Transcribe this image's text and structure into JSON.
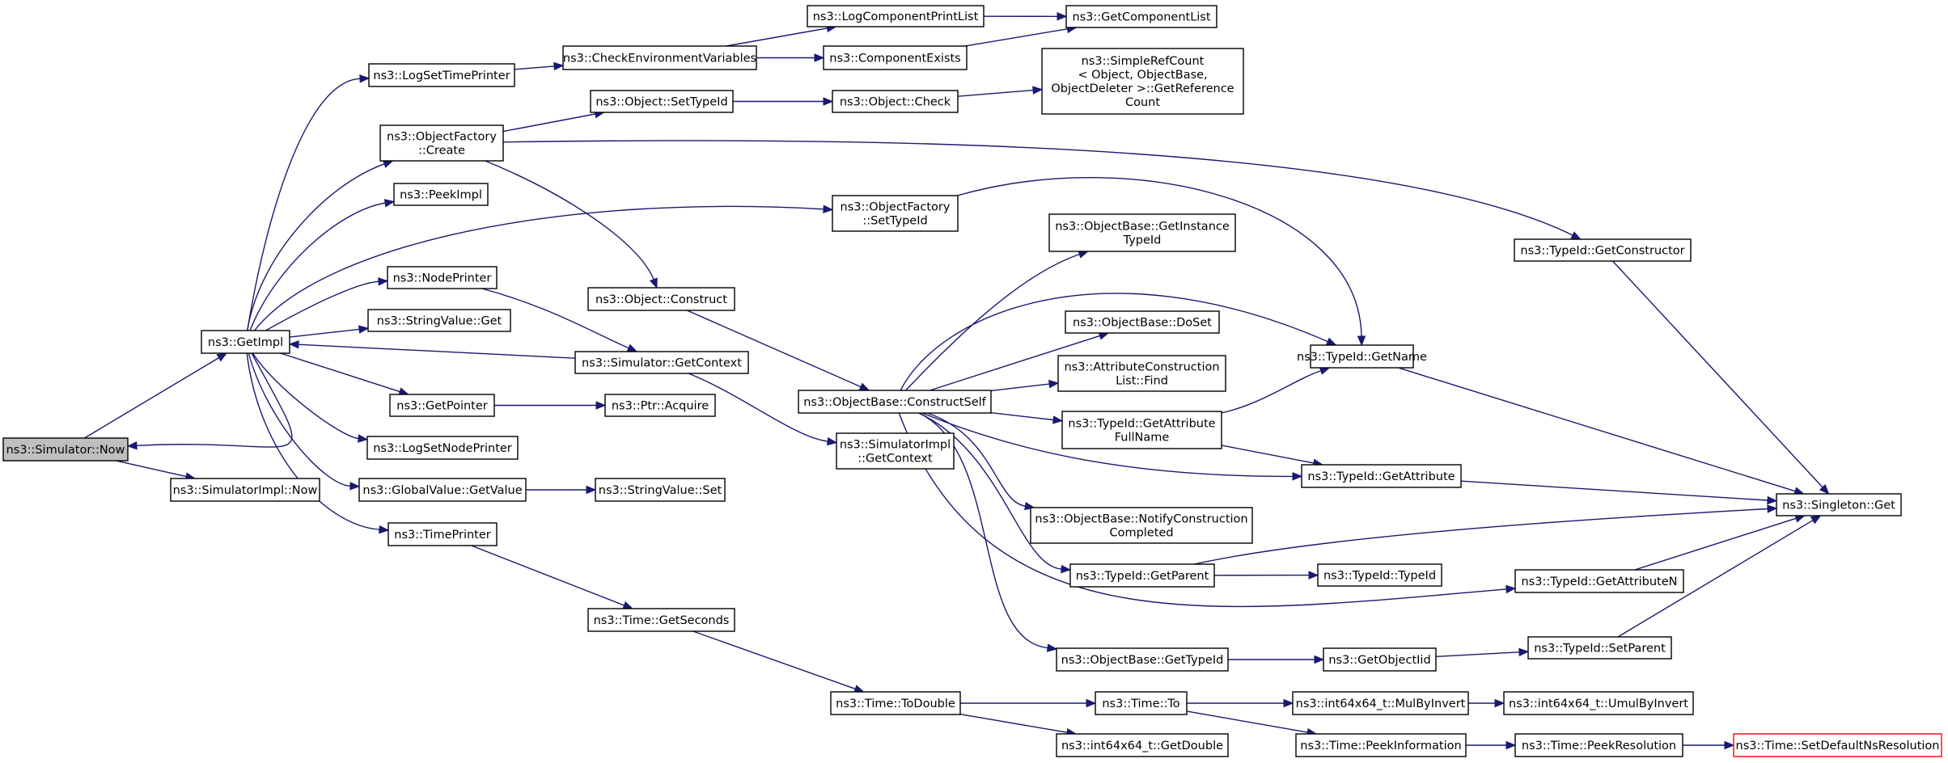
{
  "diagram": {
    "colors": {
      "edge": "#191970",
      "root_fill": "#bfbfbf",
      "truncated_border": "#ff0000"
    },
    "nodes": [
      {
        "id": "now",
        "lines": [
          "ns3::Simulator::Now"
        ],
        "style": "root"
      },
      {
        "id": "simimplnow",
        "lines": [
          "ns3::SimulatorImpl::Now"
        ]
      },
      {
        "id": "getimpl",
        "lines": [
          "ns3::GetImpl"
        ]
      },
      {
        "id": "logsettimeprinter",
        "lines": [
          "ns3::LogSetTimePrinter"
        ]
      },
      {
        "id": "objfactcreate",
        "lines": [
          "ns3::ObjectFactory",
          "::Create"
        ]
      },
      {
        "id": "peekimpl",
        "lines": [
          "ns3::PeekImpl"
        ]
      },
      {
        "id": "nodeprinter",
        "lines": [
          "ns3::NodePrinter"
        ]
      },
      {
        "id": "stringvalueget",
        "lines": [
          "ns3::StringValue::Get"
        ]
      },
      {
        "id": "getpointer",
        "lines": [
          "ns3::GetPointer"
        ]
      },
      {
        "id": "logsetnodeprinter",
        "lines": [
          "ns3::LogSetNodePrinter"
        ]
      },
      {
        "id": "globalvaluegetvalue",
        "lines": [
          "ns3::GlobalValue::GetValue"
        ]
      },
      {
        "id": "timeprinter",
        "lines": [
          "ns3::TimePrinter"
        ]
      },
      {
        "id": "checkenv",
        "lines": [
          "ns3::CheckEnvironmentVariables"
        ]
      },
      {
        "id": "objsettypeid",
        "lines": [
          "ns3::Object::SetTypeId"
        ]
      },
      {
        "id": "objconstruct",
        "lines": [
          "ns3::Object::Construct"
        ]
      },
      {
        "id": "simgetcontext",
        "lines": [
          "ns3::Simulator::GetContext"
        ]
      },
      {
        "id": "ptracquire",
        "lines": [
          "ns3::Ptr::Acquire"
        ]
      },
      {
        "id": "stringvalueset",
        "lines": [
          "ns3::StringValue::Set"
        ]
      },
      {
        "id": "timegetseconds",
        "lines": [
          "ns3::Time::GetSeconds"
        ]
      },
      {
        "id": "logcompprintlist",
        "lines": [
          "ns3::LogComponentPrintList"
        ]
      },
      {
        "id": "compexists",
        "lines": [
          "ns3::ComponentExists"
        ]
      },
      {
        "id": "objcheck",
        "lines": [
          "ns3::Object::Check"
        ]
      },
      {
        "id": "objfactsettypeid",
        "lines": [
          "ns3::ObjectFactory",
          "::SetTypeId"
        ]
      },
      {
        "id": "objbaseconstructself",
        "lines": [
          "ns3::ObjectBase::ConstructSelf"
        ]
      },
      {
        "id": "simimplgetcontext",
        "lines": [
          "ns3::SimulatorImpl",
          "::GetContext"
        ]
      },
      {
        "id": "timetodouble",
        "lines": [
          "ns3::Time::ToDouble"
        ]
      },
      {
        "id": "getcomplist",
        "lines": [
          "ns3::GetComponentList"
        ]
      },
      {
        "id": "simplerefcount",
        "lines": [
          "ns3::SimpleRefCount",
          "< Object, ObjectBase,",
          " ObjectDeleter >::GetReference",
          "Count"
        ]
      },
      {
        "id": "getinstancetypeid",
        "lines": [
          "ns3::ObjectBase::GetInstance",
          "TypeId"
        ]
      },
      {
        "id": "doset",
        "lines": [
          "ns3::ObjectBase::DoSet"
        ]
      },
      {
        "id": "attrconstrfind",
        "lines": [
          "ns3::AttributeConstruction",
          "List::Find"
        ]
      },
      {
        "id": "getattrfullname",
        "lines": [
          "ns3::TypeId::GetAttribute",
          "FullName"
        ]
      },
      {
        "id": "notifyconstr",
        "lines": [
          "ns3::ObjectBase::NotifyConstruction",
          "Completed"
        ]
      },
      {
        "id": "typeidgetparent",
        "lines": [
          "ns3::TypeId::GetParent"
        ]
      },
      {
        "id": "objbasegettypeid",
        "lines": [
          "ns3::ObjectBase::GetTypeId"
        ]
      },
      {
        "id": "timeto",
        "lines": [
          "ns3::Time::To"
        ]
      },
      {
        "id": "int64getdouble",
        "lines": [
          "ns3::int64x64_t::GetDouble"
        ]
      },
      {
        "id": "getconstructor",
        "lines": [
          "ns3::TypeId::GetConstructor"
        ]
      },
      {
        "id": "typeidgetname",
        "lines": [
          "ns3::TypeId::GetName"
        ]
      },
      {
        "id": "typeidgetattribute",
        "lines": [
          "ns3::TypeId::GetAttribute"
        ]
      },
      {
        "id": "typeidtypeid",
        "lines": [
          "ns3::TypeId::TypeId"
        ]
      },
      {
        "id": "getobjectiid",
        "lines": [
          "ns3::GetObjectIid"
        ]
      },
      {
        "id": "mulbyinvert",
        "lines": [
          "ns3::int64x64_t::MulByInvert"
        ]
      },
      {
        "id": "peekinformation",
        "lines": [
          "ns3::Time::PeekInformation"
        ]
      },
      {
        "id": "getattributen",
        "lines": [
          "ns3::TypeId::GetAttributeN"
        ]
      },
      {
        "id": "typeidsetparent",
        "lines": [
          "ns3::TypeId::SetParent"
        ]
      },
      {
        "id": "umulbyinvert",
        "lines": [
          "ns3::int64x64_t::UmulByInvert"
        ]
      },
      {
        "id": "peekresolution",
        "lines": [
          "ns3::Time::PeekResolution"
        ]
      },
      {
        "id": "singletonget",
        "lines": [
          "ns3::Singleton::Get"
        ]
      },
      {
        "id": "setdefaultnsres",
        "lines": [
          "ns3::Time::SetDefaultNsResolution"
        ],
        "style": "truncated"
      }
    ],
    "edges": [
      [
        "now",
        "getimpl"
      ],
      [
        "now",
        "simimplnow"
      ],
      [
        "getimpl",
        "logsettimeprinter"
      ],
      [
        "getimpl",
        "objfactcreate"
      ],
      [
        "getimpl",
        "peekimpl"
      ],
      [
        "getimpl",
        "objfactsettypeid"
      ],
      [
        "getimpl",
        "nodeprinter"
      ],
      [
        "getimpl",
        "stringvalueget"
      ],
      [
        "getimpl",
        "getpointer"
      ],
      [
        "getimpl",
        "logsetnodeprinter"
      ],
      [
        "getimpl",
        "globalvaluegetvalue"
      ],
      [
        "getimpl",
        "timeprinter"
      ],
      [
        "getimpl",
        "now"
      ],
      [
        "logsettimeprinter",
        "checkenv"
      ],
      [
        "checkenv",
        "logcompprintlist"
      ],
      [
        "checkenv",
        "compexists"
      ],
      [
        "logcompprintlist",
        "getcomplist"
      ],
      [
        "compexists",
        "getcomplist"
      ],
      [
        "objfactcreate",
        "objsettypeid"
      ],
      [
        "objfactcreate",
        "getconstructor"
      ],
      [
        "objfactcreate",
        "objconstruct"
      ],
      [
        "objsettypeid",
        "objcheck"
      ],
      [
        "objcheck",
        "simplerefcount"
      ],
      [
        "objfactsettypeid",
        "typeidgetname"
      ],
      [
        "nodeprinter",
        "simgetcontext"
      ],
      [
        "simgetcontext",
        "getimpl"
      ],
      [
        "simgetcontext",
        "simimplgetcontext"
      ],
      [
        "getpointer",
        "ptracquire"
      ],
      [
        "globalvaluegetvalue",
        "stringvalueset"
      ],
      [
        "timeprinter",
        "timegetseconds"
      ],
      [
        "timegetseconds",
        "timetodouble"
      ],
      [
        "objconstruct",
        "objbaseconstructself"
      ],
      [
        "objbaseconstructself",
        "getinstancetypeid"
      ],
      [
        "objbaseconstructself",
        "typeidgetname"
      ],
      [
        "objbaseconstructself",
        "doset"
      ],
      [
        "objbaseconstructself",
        "attrconstrfind"
      ],
      [
        "objbaseconstructself",
        "getattrfullname"
      ],
      [
        "objbaseconstructself",
        "typeidgetattribute"
      ],
      [
        "objbaseconstructself",
        "notifyconstr"
      ],
      [
        "objbaseconstructself",
        "typeidgetparent"
      ],
      [
        "objbaseconstructself",
        "getattributen"
      ],
      [
        "objbaseconstructself",
        "objbasegettypeid"
      ],
      [
        "getattrfullname",
        "typeidgetname"
      ],
      [
        "getattrfullname",
        "typeidgetattribute"
      ],
      [
        "typeidgetname",
        "singletonget"
      ],
      [
        "typeidgetattribute",
        "singletonget"
      ],
      [
        "typeidgetparent",
        "singletonget"
      ],
      [
        "typeidgetparent",
        "typeidtypeid"
      ],
      [
        "getattributen",
        "singletonget"
      ],
      [
        "typeidsetparent",
        "singletonget"
      ],
      [
        "getconstructor",
        "singletonget"
      ],
      [
        "objbasegettypeid",
        "getobjectiid"
      ],
      [
        "getobjectiid",
        "typeidsetparent"
      ],
      [
        "timetodouble",
        "timeto"
      ],
      [
        "timetodouble",
        "int64getdouble"
      ],
      [
        "timeto",
        "mulbyinvert"
      ],
      [
        "timeto",
        "peekinformation"
      ],
      [
        "mulbyinvert",
        "umulbyinvert"
      ],
      [
        "peekinformation",
        "peekresolution"
      ],
      [
        "peekresolution",
        "setdefaultnsres"
      ]
    ]
  }
}
